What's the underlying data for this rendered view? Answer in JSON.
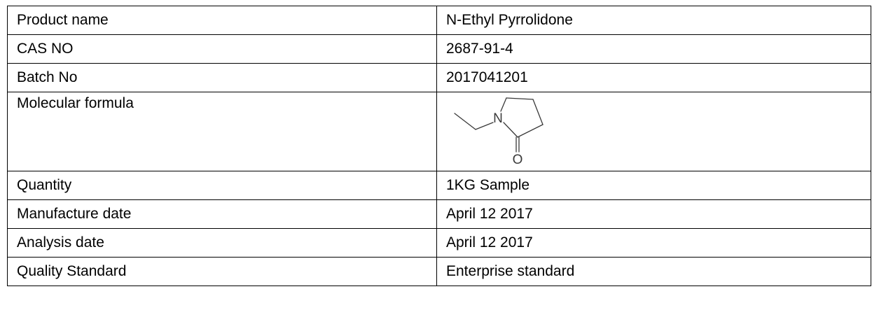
{
  "rows": [
    {
      "label": "Product name",
      "value": "N-Ethyl Pyrrolidone"
    },
    {
      "label": "CAS NO",
      "value": "2687-91-4"
    },
    {
      "label": "Batch No",
      "value": "2017041201"
    },
    {
      "label": "Molecular formula",
      "structure": {
        "atom_n": "N",
        "atom_o": "O"
      }
    },
    {
      "label": "Quantity",
      "value": "1KG Sample"
    },
    {
      "label": "Manufacture date",
      "value": "April 12 2017"
    },
    {
      "label": "Analysis date",
      "value": "April 12 2017"
    },
    {
      "label": "Quality Standard",
      "value": "Enterprise standard"
    }
  ],
  "colors": {
    "border": "#000000",
    "text": "#000000",
    "background": "#ffffff"
  },
  "icons": {
    "structure": "molecular-structure-n-ethyl-pyrrolidone"
  }
}
